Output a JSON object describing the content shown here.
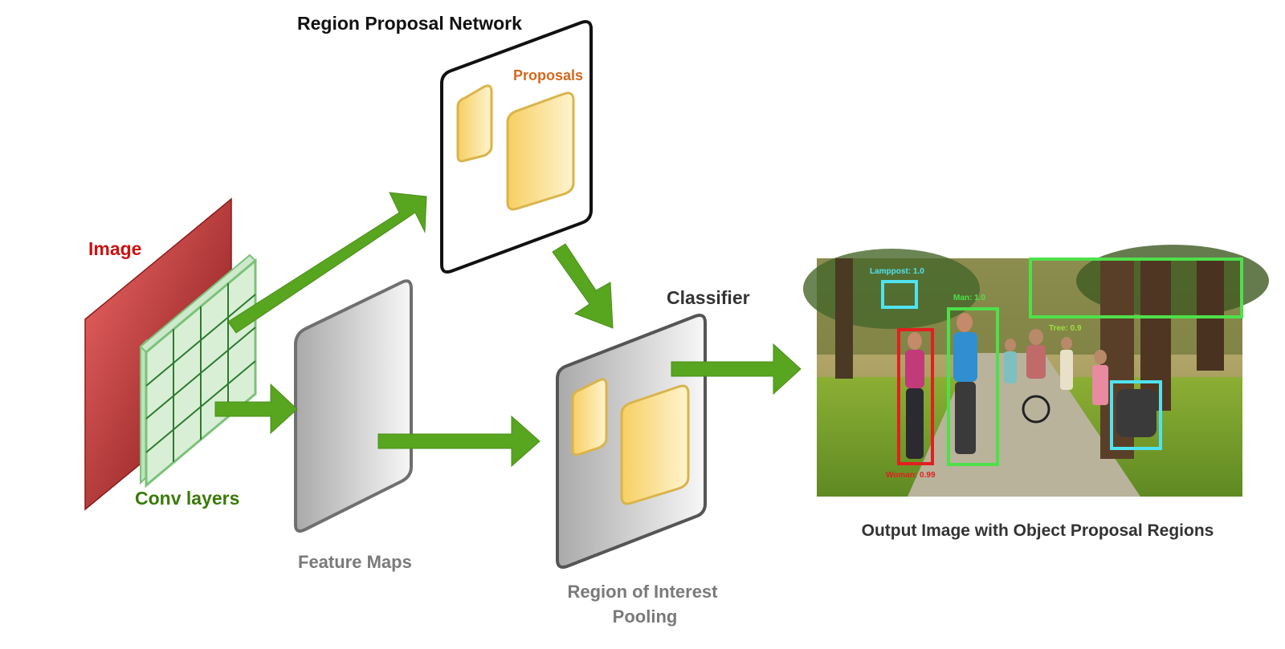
{
  "diagram": {
    "rpn_title": "Region Proposal Network",
    "proposals_label": "Proposals",
    "image_label": "Image",
    "conv_label": "Conv layers",
    "feature_maps_label": "Feature Maps",
    "classifier_label": "Classifier",
    "roi_label_line1": "Region of Interest",
    "roi_label_line2": "Pooling",
    "output_label": "Output Image with Object Proposal Regions"
  },
  "detections": [
    {
      "label": "Lamppost: 1.0",
      "color": "#4fe3f0"
    },
    {
      "label": "Man: 1.0",
      "color": "#4ee04a"
    },
    {
      "label": "Tree: 0.9",
      "color": "#9be03a"
    },
    {
      "label": "Woman: 0.99",
      "color": "#e02020"
    }
  ],
  "colors": {
    "image_red": "#c0392b",
    "conv_green": "#8cc98a",
    "arrow_green": "#58a520",
    "proposal_yellow": "#f7d774",
    "label_red": "#cc1111",
    "label_green": "#3a7a0a",
    "label_orange": "#d2691e",
    "label_gray": "#7a7a7a"
  }
}
